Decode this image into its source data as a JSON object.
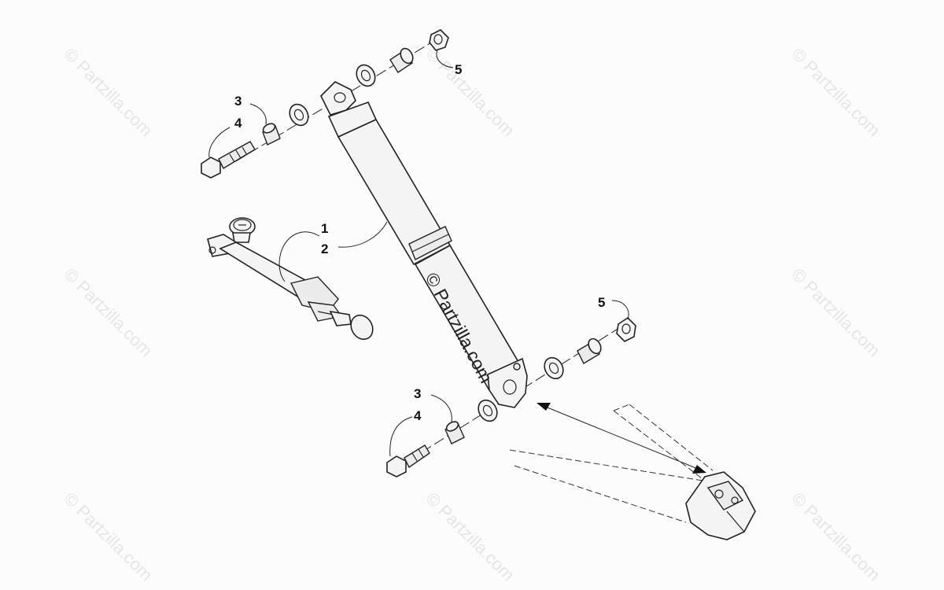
{
  "watermark": {
    "text": "© Partzilla.com"
  },
  "callouts": {
    "label_1": "1",
    "label_2": "2",
    "label_3_top": "3",
    "label_4_top": "4",
    "label_3_bottom": "3",
    "label_4_bottom": "4",
    "label_5_top": "5",
    "label_5_right": "5"
  },
  "colors": {
    "background": "#fcfcfc",
    "line": "#222222",
    "watermark": "#d4d4d4"
  }
}
